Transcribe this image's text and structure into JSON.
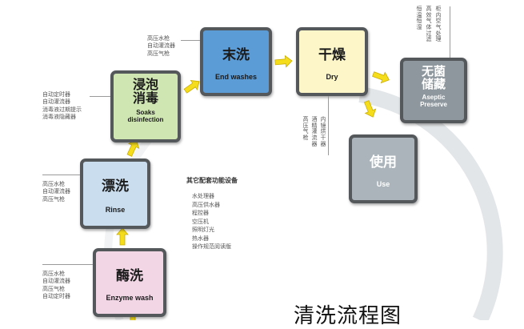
{
  "steps": {
    "final_wash": {
      "cn": "末洗",
      "en": "End washes",
      "fill": "#5b9bd6"
    },
    "dry": {
      "cn": "干燥",
      "en": "Dry",
      "fill": "#fdf6c8"
    },
    "aseptic": {
      "cn1": "无菌",
      "cn2": "储藏",
      "en1": "Aseptic",
      "en2": "Preserve",
      "fill": "#8e979d"
    },
    "use": {
      "cn": "使用",
      "en": "Use",
      "fill": "#aab4ba"
    },
    "soak": {
      "cn1": "浸泡",
      "cn2": "消毒",
      "en1": "Soaks",
      "en2": "disinfection",
      "fill": "#cfe5b2"
    },
    "rinse": {
      "cn": "漂洗",
      "en": "Rinse",
      "fill": "#c9ddef"
    },
    "enzyme": {
      "cn": "酶洗",
      "en": "Enzyme wash",
      "fill": "#f2d6e6"
    }
  },
  "notes": {
    "final_wash": [
      "高压水枪",
      "自动灌流器",
      "高压气枪"
    ],
    "soak": [
      "自动定时器",
      "自动灌流器",
      "消毒液过期提示",
      "消毒液隐藏器"
    ],
    "rinse": [
      "高压水枪",
      "自动灌流器",
      "高压气枪"
    ],
    "enzyme": [
      "高压水枪",
      "自动灌流器",
      "高压气枪",
      "自动定时器"
    ],
    "dry_vertical": [
      "内镜烘干器",
      "酒精灌流器",
      "高压气枪"
    ],
    "aseptic_vertical": [
      "柜内空气处理",
      "高效气体过滤",
      "恒温恒湿"
    ]
  },
  "equipment": {
    "title": "其它配套功能设备",
    "items": [
      "水处理器",
      "高压供水器",
      "程控器",
      "空压机",
      "照明灯光",
      "热水器",
      "操作规范阅读版"
    ]
  },
  "title": "清洗流程图",
  "colors": {
    "arrow": "#f5dd1c",
    "arrow_edge": "#c9ad00",
    "ring": "#e3e6e8",
    "border": "#55585b"
  }
}
